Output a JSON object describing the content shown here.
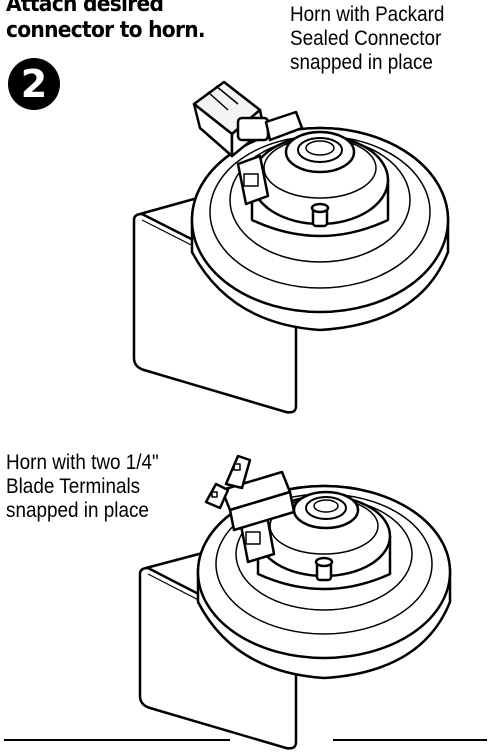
{
  "step": {
    "number": "2",
    "heading_lines": [
      "Attach desired",
      "connector to horn."
    ]
  },
  "callouts": {
    "packard": [
      "Horn with Packard",
      "Sealed Connector",
      "snapped in place"
    ],
    "blade": [
      "Horn with two 1/4\"",
      "Blade Terminals",
      "snapped in place"
    ]
  }
}
